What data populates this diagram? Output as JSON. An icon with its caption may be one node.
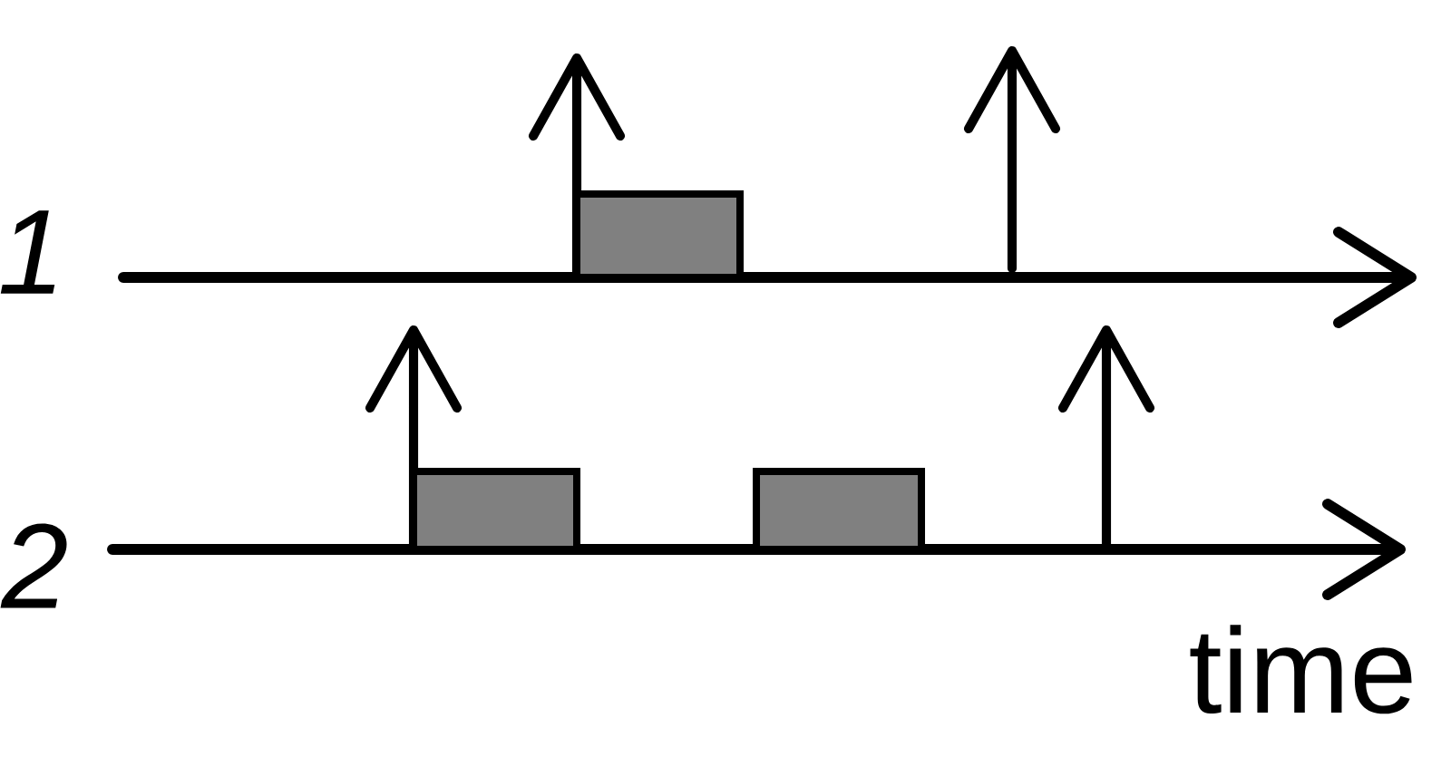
{
  "diagram": {
    "nodes": [
      {
        "text": [],
        "shape": "bar"
      },
      {
        "text": [],
        "shape": "bar"
      },
      {
        "text": [],
        "shape": "bar"
      }
    ],
    "labels": [
      "1",
      "2",
      "time"
    ]
  }
}
